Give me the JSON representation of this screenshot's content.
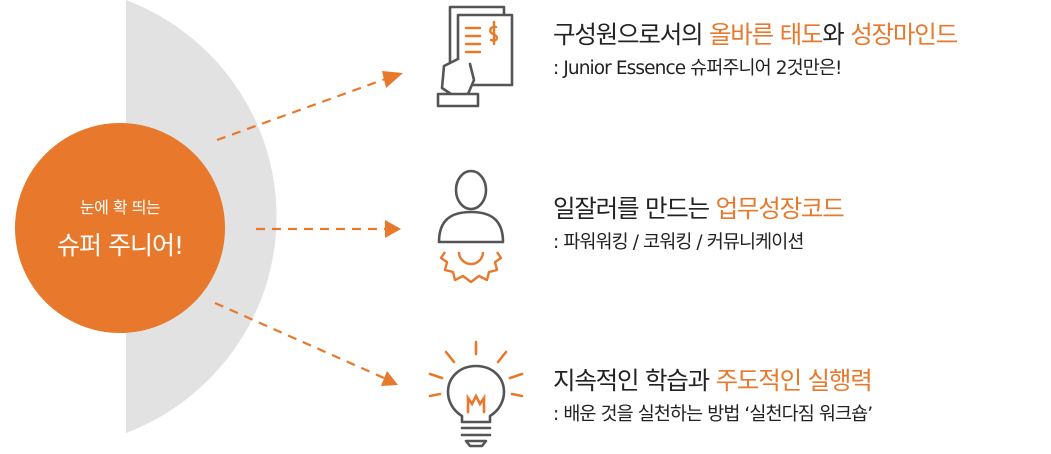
{
  "hero": {
    "subtitle": "눈에 확 띄는",
    "title": "슈퍼 주니어!"
  },
  "items": [
    {
      "icon": "document-hand-icon",
      "title_prefix": "구성원으로서의 ",
      "title_highlight_1": "올바른 태도",
      "title_middle": "와 ",
      "title_highlight_2": "성장마인드",
      "description": ": Junior Essence 슈퍼주니어 2것만은!"
    },
    {
      "icon": "person-gear-icon",
      "title_prefix": "일잘러를 만드는 ",
      "title_highlight": "업무성장코드",
      "description": ": 파워워킹 / 코워킹 / 커뮤니케이션"
    },
    {
      "icon": "lightbulb-icon",
      "title_prefix": "지속적인 학습과 ",
      "title_highlight": "주도적인 실행력",
      "description": ": 배운 것을 실천하는 방법 ‘실천다짐 워크숍’"
    }
  ],
  "colors": {
    "accent": "#e8792c",
    "panel_gray": "#e2e2e2",
    "icon_gray": "#555555",
    "text": "#222222"
  }
}
